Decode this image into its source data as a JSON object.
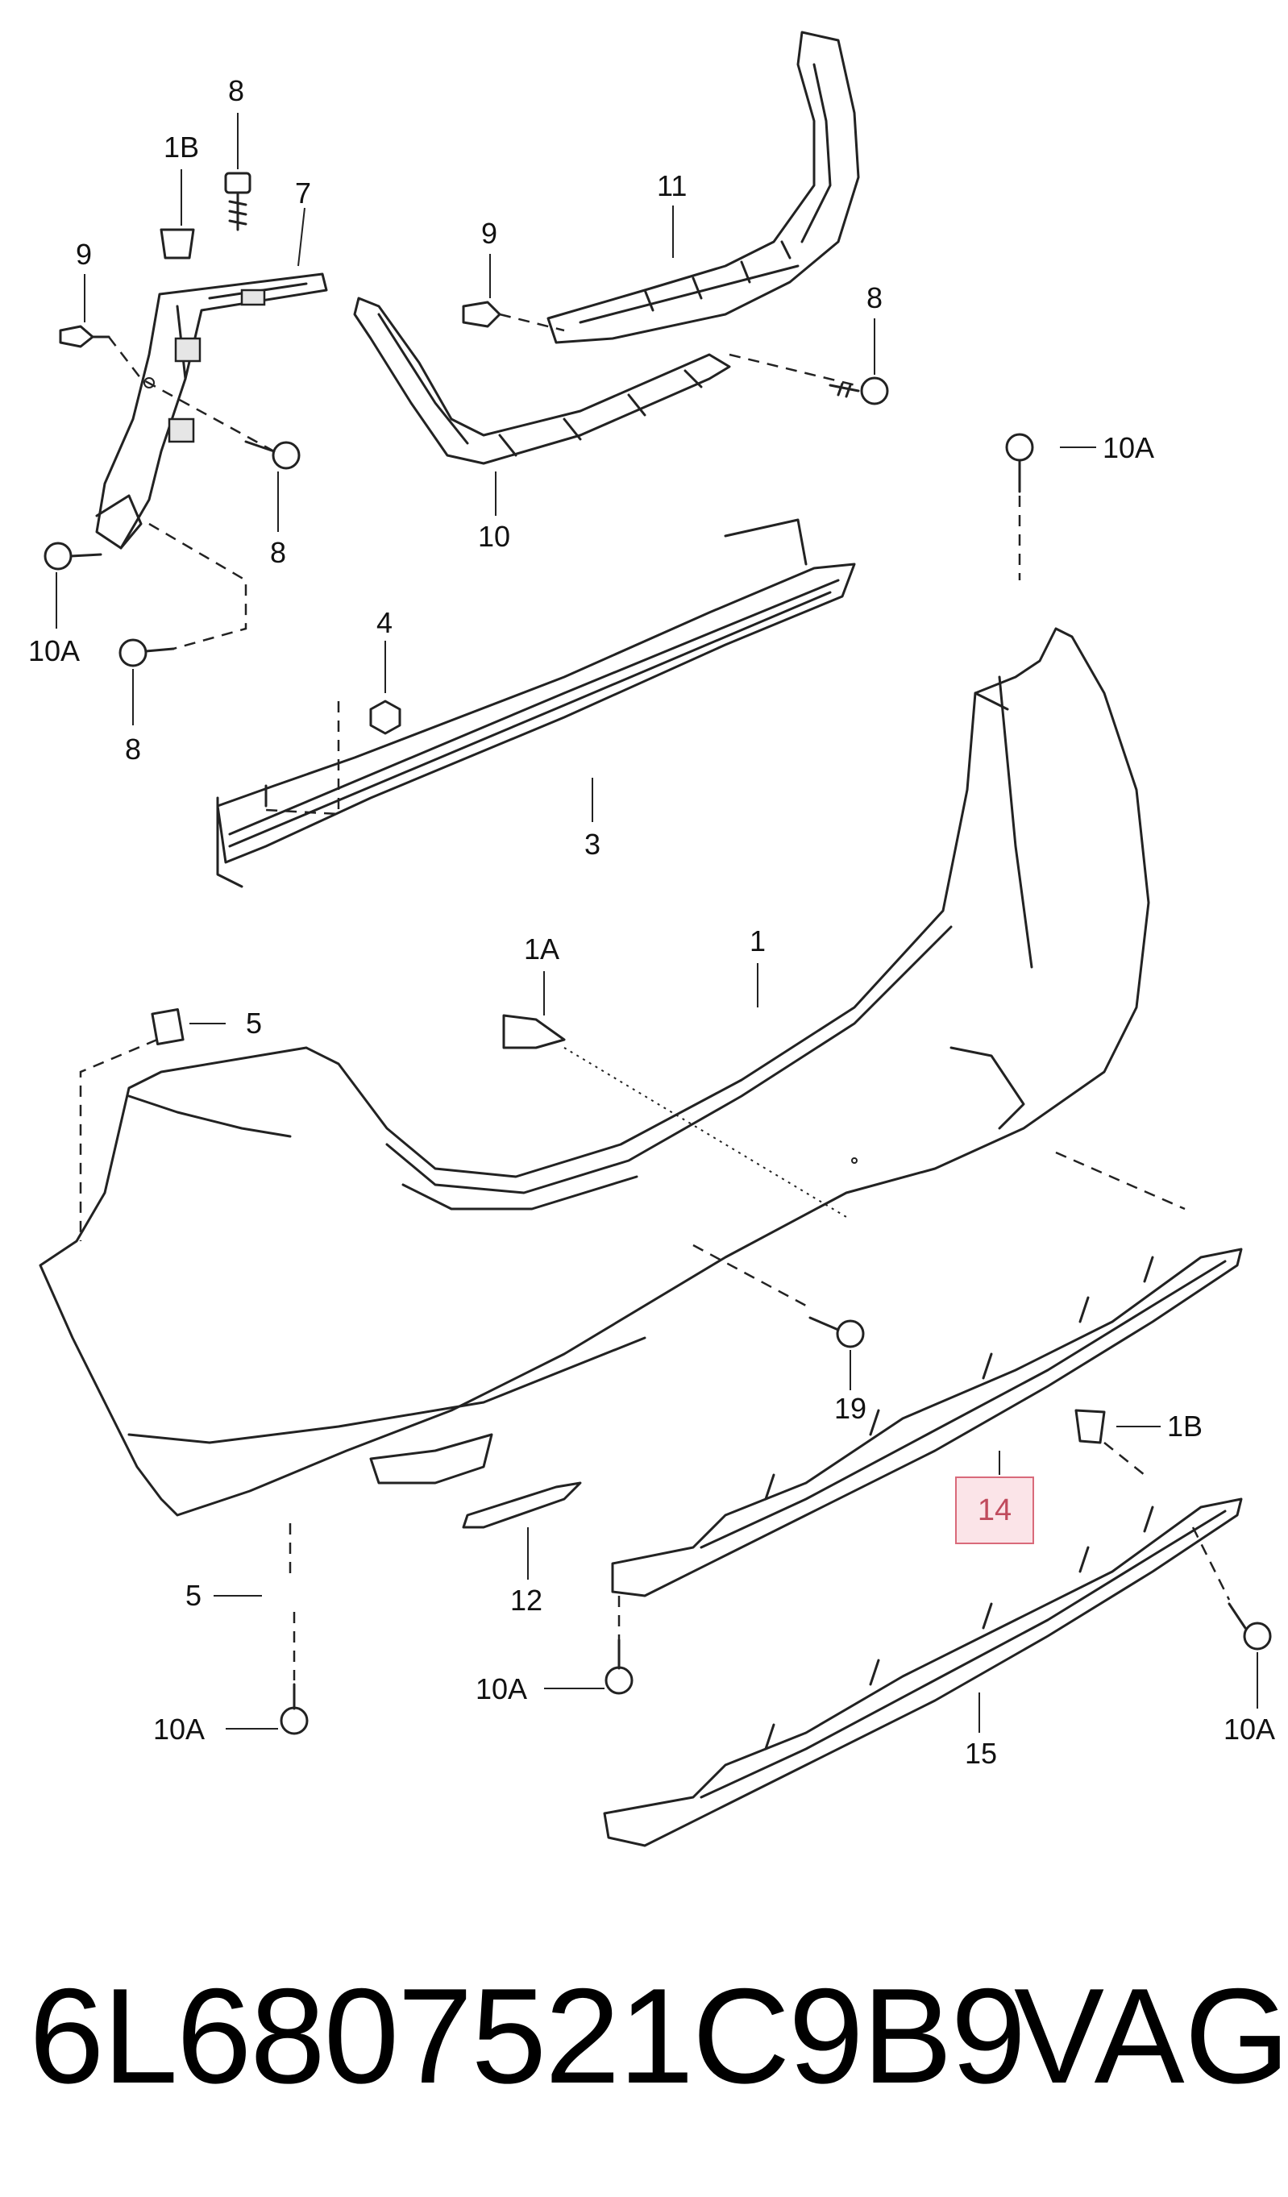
{
  "labels": {
    "l8a": "8",
    "l1b_top": "1B",
    "l7": "7",
    "l9_left": "9",
    "l11": "11",
    "l9_mid": "9",
    "l8_right": "8",
    "l10": "10",
    "l8_mid_left": "8",
    "l10a_top_left": "10A",
    "l8_lower_left": "8",
    "l10a_top_right": "10A",
    "l4": "4",
    "l3": "3",
    "l1a": "1A",
    "l1": "1",
    "l5_top": "5",
    "l19": "19",
    "l1b_bottom": "1B",
    "l14": "14",
    "l12": "12",
    "l5_bottom": "5",
    "l10a_mid": "10A",
    "l10a_bottom_left": "10A",
    "l15": "15",
    "l10a_bottom_right": "10A"
  },
  "highlight_color": "#fbe4e8",
  "footer": {
    "part_number": "6L6807521C9B9",
    "brand": "VAG"
  }
}
